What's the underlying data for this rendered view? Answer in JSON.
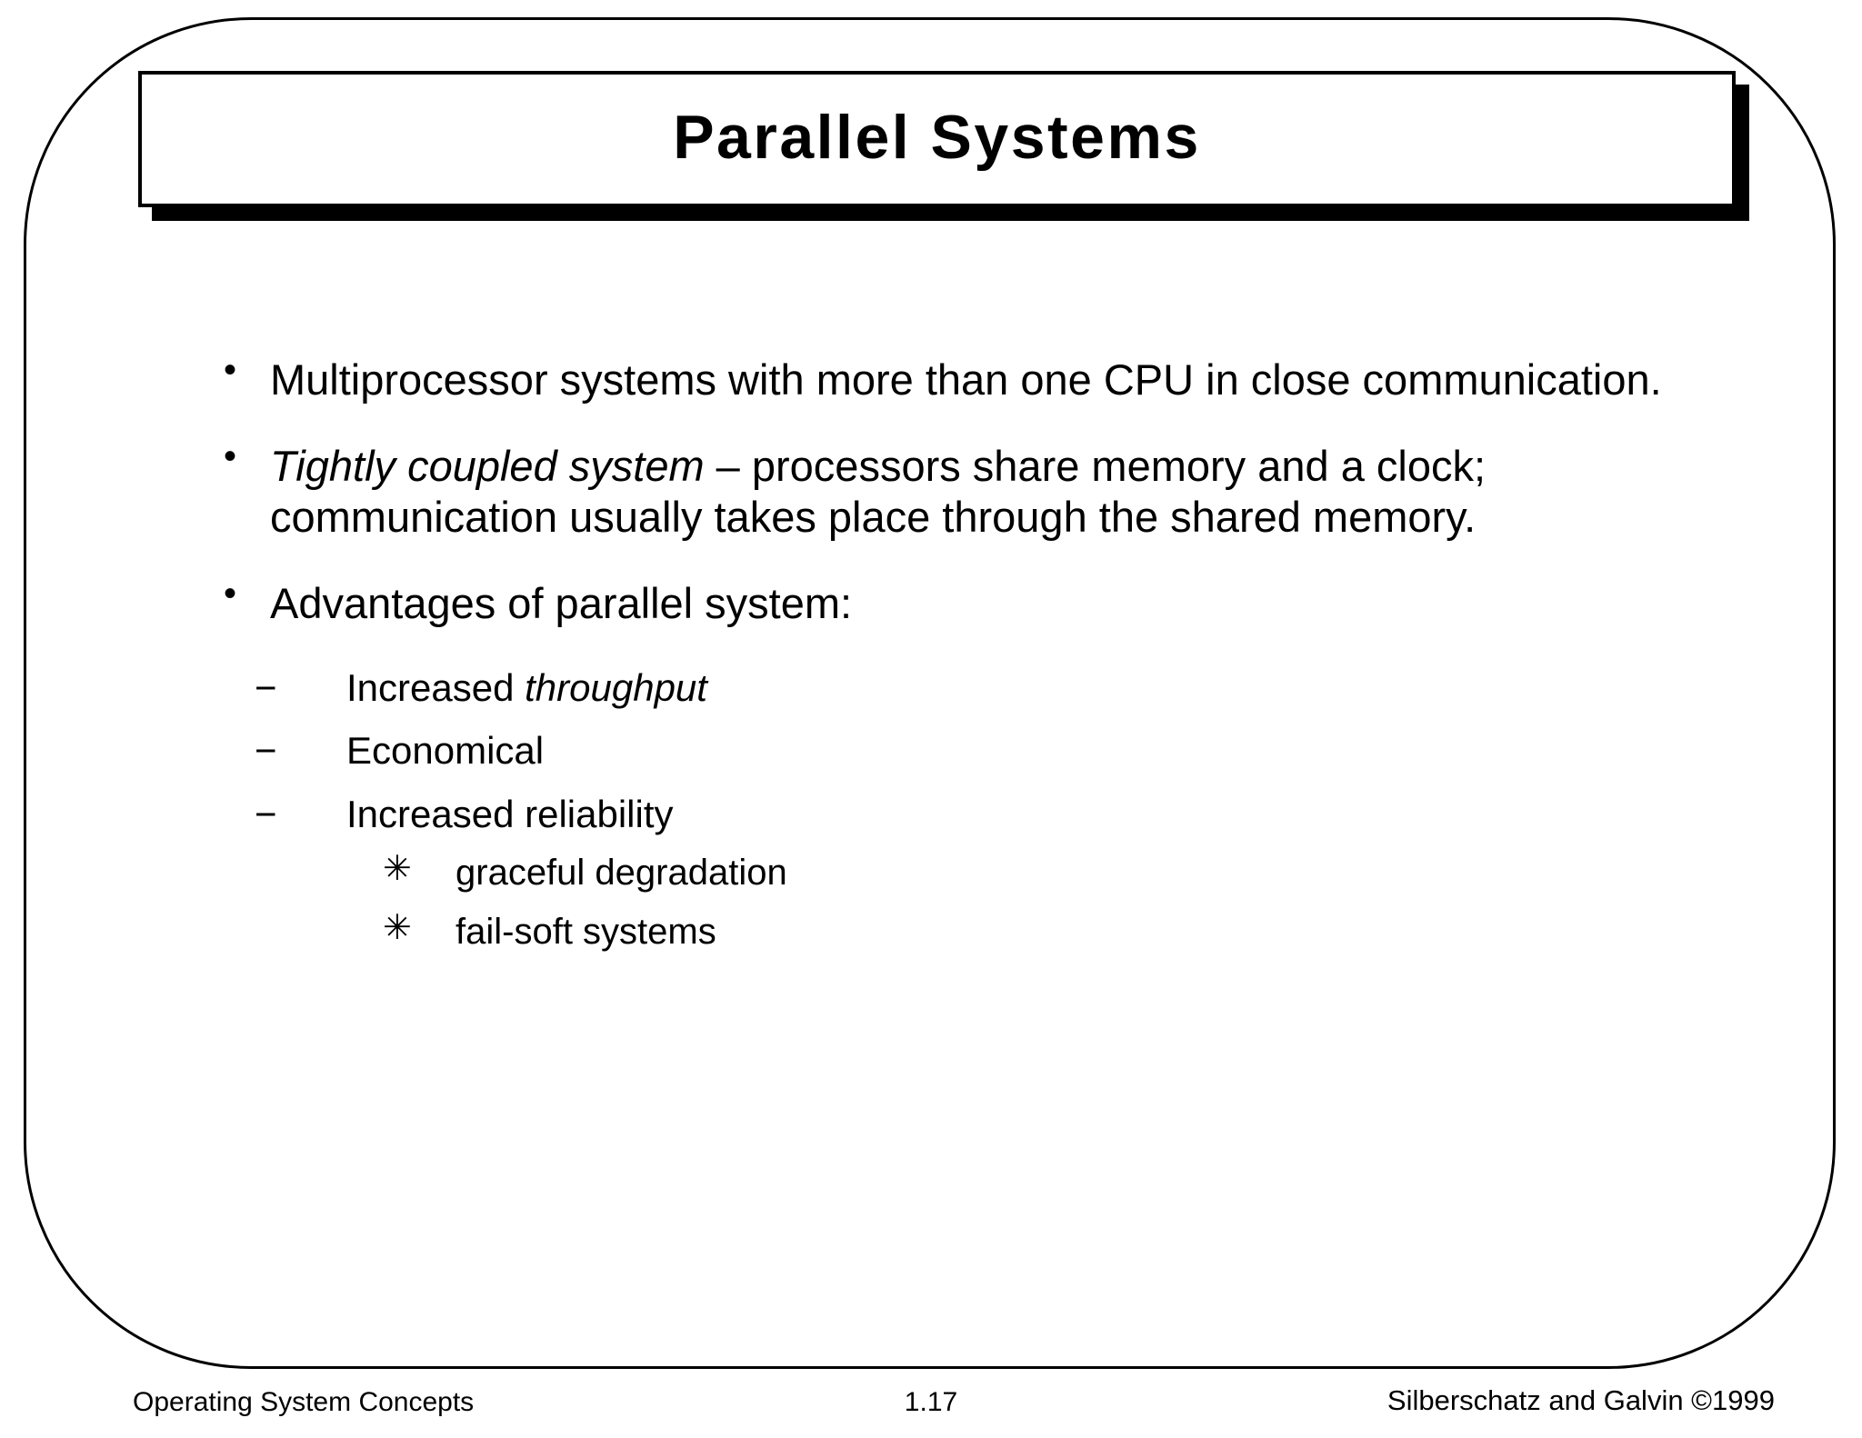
{
  "slide": {
    "title": "Parallel Systems",
    "page_number": "1.17",
    "footer_left": "Operating System Concepts",
    "footer_right": "Silberschatz and Galvin ©1999",
    "colors": {
      "background": "#ffffff",
      "text": "#000000",
      "border": "#000000",
      "shadow": "#000000"
    },
    "markers": {
      "level1": "•",
      "level2": "−",
      "level3": "✳"
    },
    "bullets": [
      {
        "level": 1,
        "marker": "•",
        "text": "Multiprocessor systems with more than one CPU in close communication."
      },
      {
        "level": 1,
        "marker": "•",
        "italic_lead": "Tightly coupled system",
        "rest": " – processors share memory and a clock; communication usually takes place through the shared memory."
      },
      {
        "level": 1,
        "marker": "•",
        "text": "Advantages of parallel system:"
      },
      {
        "level": 2,
        "marker": "−",
        "lead": "Increased ",
        "italic_tail": "throughput"
      },
      {
        "level": 2,
        "marker": "−",
        "text": "Economical"
      },
      {
        "level": 2,
        "marker": "−",
        "text": "Increased reliability"
      },
      {
        "level": 3,
        "marker": "✳",
        "text": "graceful degradation"
      },
      {
        "level": 3,
        "marker": "✳",
        "text": "fail-soft systems"
      }
    ]
  }
}
